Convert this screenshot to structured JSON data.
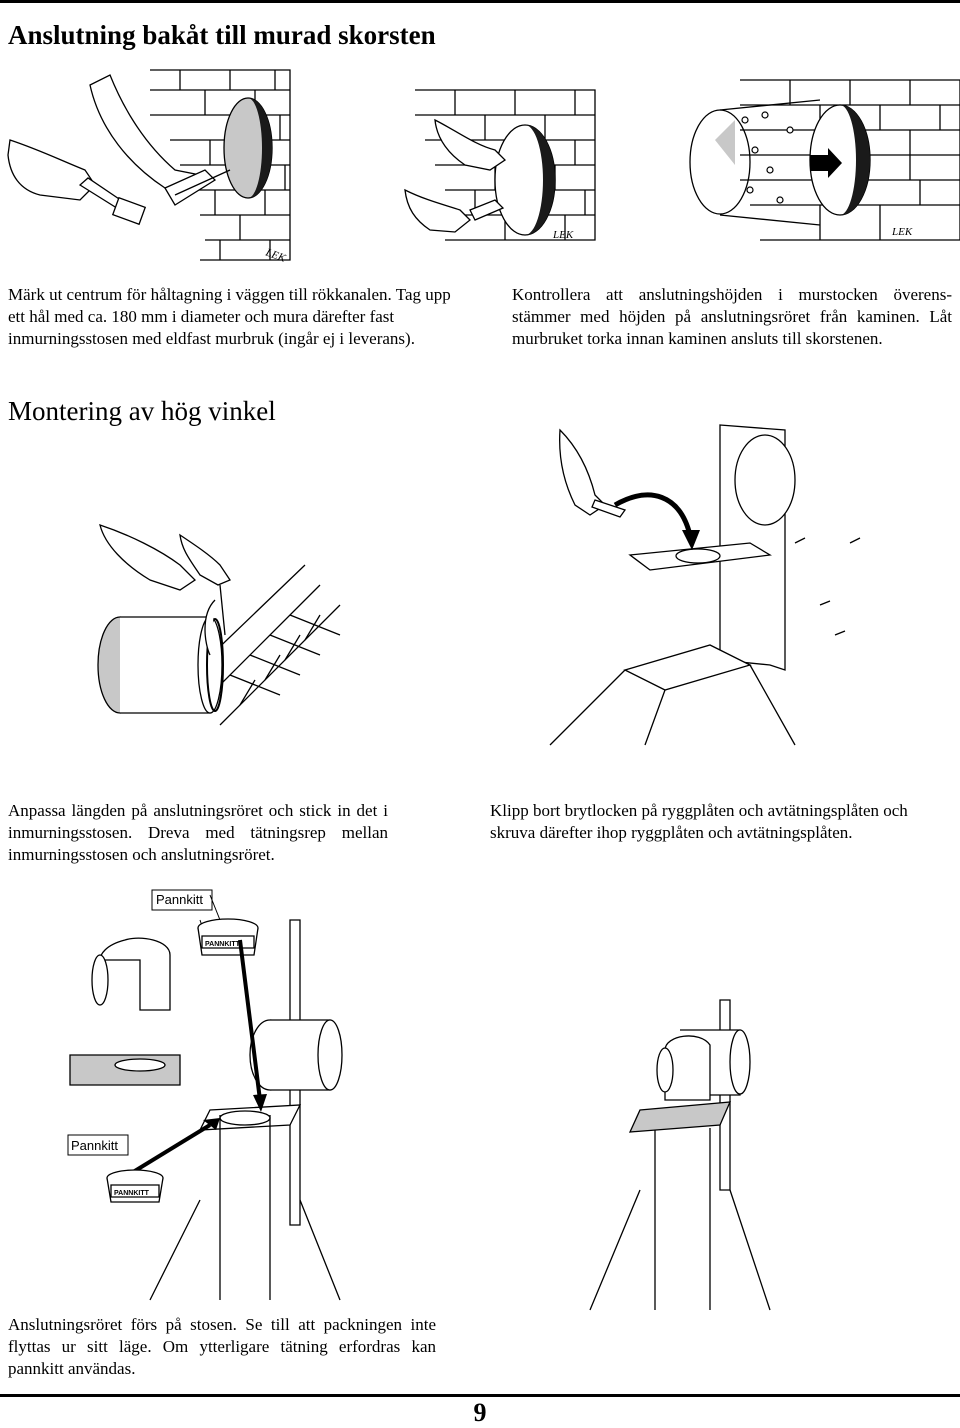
{
  "section1": {
    "title": "Anslutning bakåt till murad skorsten",
    "caption_left": "Märk ut centrum för håltagning i väggen till rökkanalen. Tag upp ett hål med ca. 180 mm i diameter och mura därefter fast inmurningsstosen med eldfast murbruk (ingår ej i leverans).",
    "caption_right": "Kontrollera att anslutningshöjden i murstocken överens-stämmer med höjden på anslutningsröret från kaminen. Låt murbruket torka innan kaminen ansluts till skorstenen.",
    "figure_labels": [
      "LEK",
      "LEK",
      "LEK"
    ]
  },
  "section2": {
    "title": "Montering av hög vinkel",
    "caption_left": "Anpassa längden på anslutningsröret och stick in det i inmurningsstosen. Dreva med tätningsrep mellan inmurningsstosen och anslutningsröret.",
    "caption_right": "Klipp bort brytlocken på ryggplåten och avtätningsplåten och skruva därefter ihop ryggplåten och avtätningsplåten."
  },
  "section3": {
    "label_top": "Pannkitt",
    "label_bottom": "Pannkitt",
    "tub_text": "PANNKITT",
    "caption": "Anslutningsröret förs på stosen. Se till att packningen inte flyttas ur sitt läge. Om ytterligare tätning erfordras kan pannkitt användas."
  },
  "page_number": "9",
  "colors": {
    "ink": "#000000",
    "grey_fill": "#c8c8c8",
    "dark_fill": "#1a1a1a"
  }
}
